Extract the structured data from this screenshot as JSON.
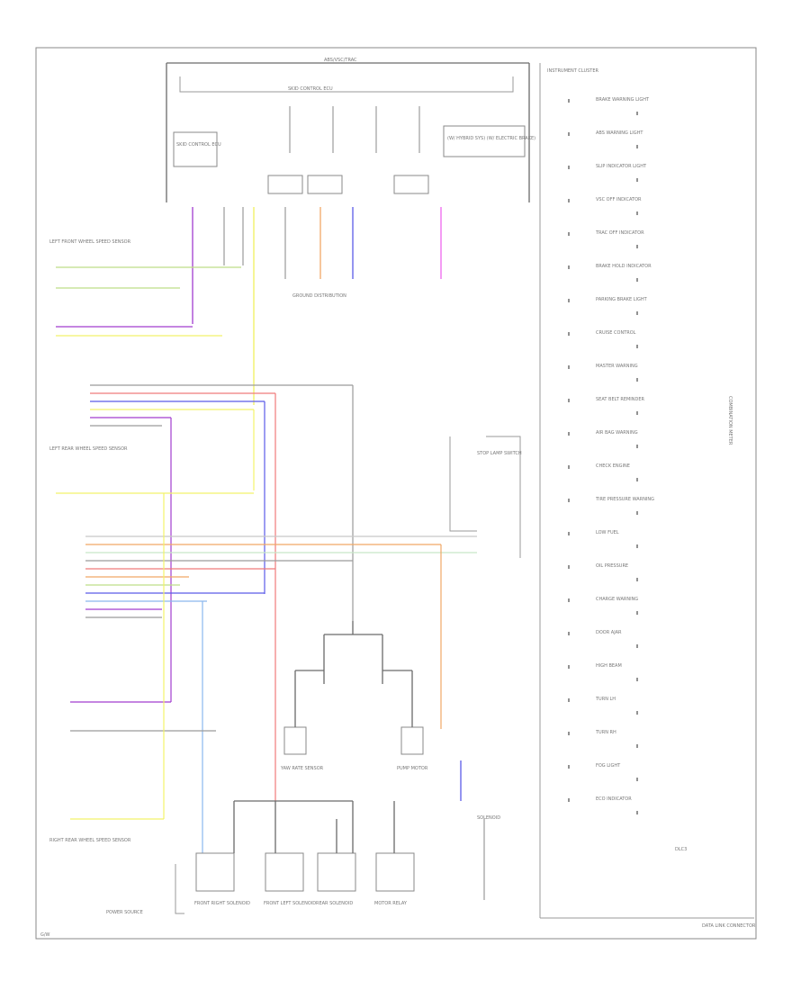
{
  "diagram": {
    "colors": {
      "frame": "#8a8a8a",
      "wire_gray": "#9a9a9a",
      "wire_black": "#6a6a6a",
      "wire_yellow": "#f2f26a",
      "wire_purple": "#a23ccf",
      "wire_red": "#ef7a7a",
      "wire_blue": "#5a5ae8",
      "wire_orange": "#f0a866",
      "wire_pink": "#ee66ee",
      "wire_green": "#bede86",
      "wire_lightblue": "#8ab8ee",
      "wire_lightred": "#f4b0b0"
    },
    "labels": {
      "module_header": "ABS/VSC/TRAC",
      "module_subheader": "SKID CONTROL ECU",
      "left_connector_box": "SKID CONTROL ECU",
      "right_info_box": "(W/ HYBRID SYS) (W/ ELECTRIC BRAKE)",
      "wheel_speed_label": "LEFT FRONT WHEEL SPEED SENSOR",
      "ground_label": "GROUND DISTRIBUTION",
      "right_column_header": "INSTRUMENT CLUSTER",
      "side_tag": "COMBINATION METER",
      "bottom_right_note": "DATA LINK CONNECTOR",
      "bottom_left_note": "G/W",
      "brake_sw_label": "STOP LAMP SWITCH",
      "left_sensor_label": "LEFT REAR WHEEL SPEED SENSOR",
      "right_sensor_label": "RIGHT REAR WHEEL SPEED SENSOR",
      "yaw_label": "YAW RATE SENSOR",
      "pump_label": "PUMP MOTOR",
      "solenoid_label": "SOLENOID",
      "relay_1": "FRONT RIGHT SOLENOID",
      "relay_2": "FRONT LEFT SOLENOID",
      "relay_3": "REAR SOLENOID",
      "relay_4": "MOTOR RELAY",
      "bottom_label_1": "POWER SOURCE",
      "bottom_label_2": "DLC3"
    },
    "right_column": [
      "BRAKE WARNING LIGHT",
      "ABS WARNING LIGHT",
      "SLIP INDICATOR LIGHT",
      "VSC OFF INDICATOR",
      "TRAC OFF INDICATOR",
      "BRAKE HOLD INDICATOR",
      "PARKING BRAKE LIGHT",
      "CRUISE CONTROL",
      "MASTER WARNING",
      "SEAT BELT REMINDER",
      "AIR BAG WARNING",
      "CHECK ENGINE",
      "TIRE PRESSURE WARNING",
      "LOW FUEL",
      "OIL PRESSURE",
      "CHARGE WARNING",
      "DOOR AJAR",
      "HIGH BEAM",
      "TURN LH",
      "TURN RH",
      "FOG LIGHT",
      "ECO INDICATOR"
    ]
  }
}
